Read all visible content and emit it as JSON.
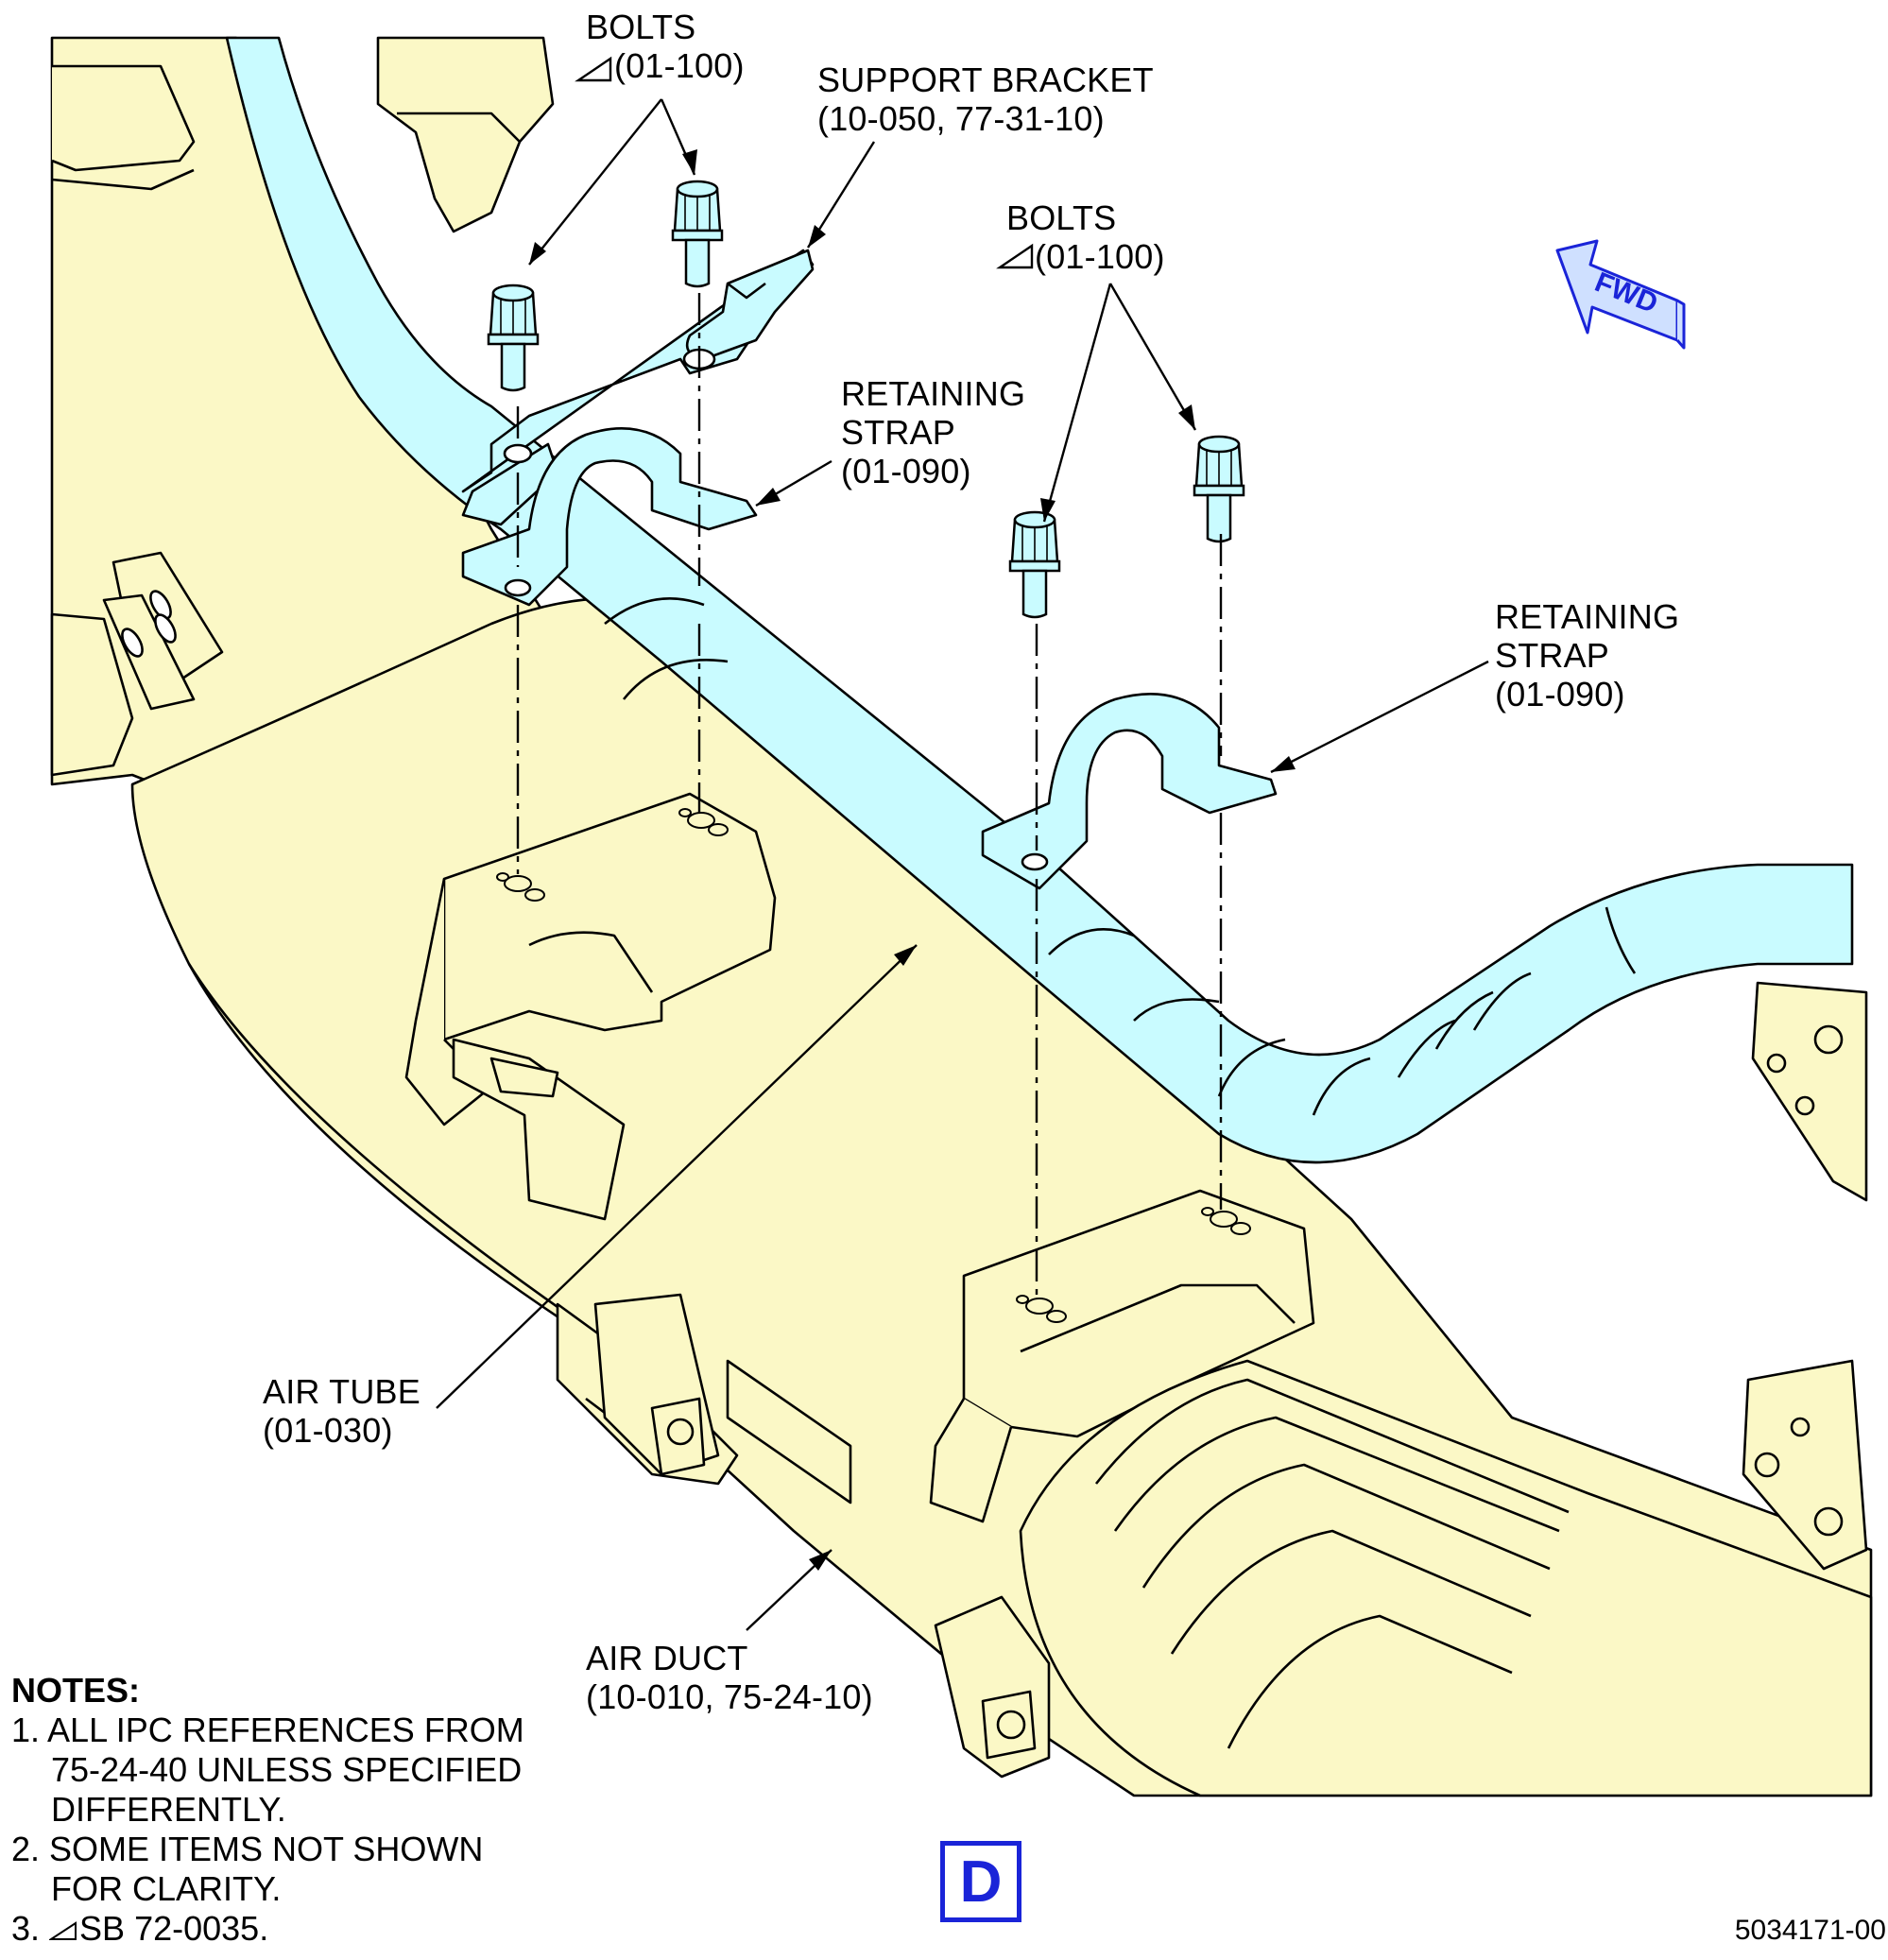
{
  "callouts": {
    "bolts_upper": {
      "name": "BOLTS",
      "ref": "(01-100)"
    },
    "support_bracket": {
      "name": "SUPPORT BRACKET",
      "ref": "(10-050, 77-31-10)"
    },
    "bolts_right": {
      "name": "BOLTS",
      "ref": "(01-100)"
    },
    "retaining_strap_upper": {
      "line1": "RETAINING",
      "line2": "STRAP",
      "ref": "(01-090)"
    },
    "retaining_strap_right": {
      "line1": "RETAINING",
      "line2": "STRAP",
      "ref": "(01-090)"
    },
    "air_tube": {
      "name": "AIR TUBE",
      "ref": "(01-030)"
    },
    "air_duct": {
      "name": "AIR DUCT",
      "ref": "(10-010, 75-24-10)"
    }
  },
  "fwd_arrow": {
    "label": "FWD"
  },
  "notes": {
    "heading": "NOTES:",
    "n1_a": "1. ALL IPC REFERENCES FROM",
    "n1_b": "75-24-40 UNLESS SPECIFIED",
    "n1_c": "DIFFERENTLY.",
    "n2_a": "2. SOME ITEMS NOT SHOWN",
    "n2_b": "FOR CLARITY.",
    "n3_prefix": "3.",
    "n3_text": "SB 72-0035."
  },
  "view_letter": "D",
  "figure_number": "5034171-00",
  "colors": {
    "duct_fill": "#fbf8c6",
    "tube_fill": "#c9fbff",
    "line": "#000000",
    "accent_blue": "#1a24d8",
    "fwd_fill": "#cfe0ff"
  }
}
